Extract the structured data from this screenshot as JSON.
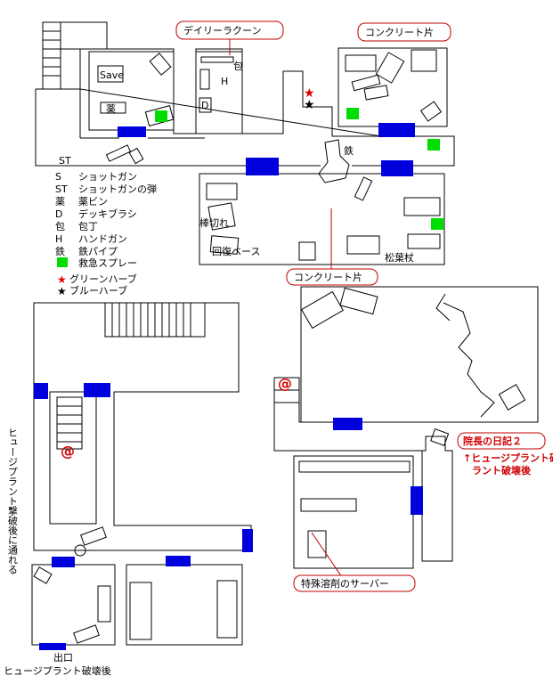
{
  "map": {
    "callouts": {
      "daily_raccoon": "デイリーラクーン",
      "concrete_top": "コンクリート片",
      "concrete_mid": "コンクリート片",
      "director_diary": "院長の日記２",
      "special_server": "特殊溶剤のサーバー"
    },
    "room_labels": {
      "save": "Save",
      "kusuri": "薬",
      "knife": "包",
      "handgun": "H",
      "deck_brush": "D",
      "iron_pipe": "鉄",
      "shotgun_shell": "ST",
      "wood_piece": "棒切れ",
      "recovery_base": "回復ベース",
      "pine_cane": "松葉杖",
      "exit": "出口"
    },
    "legend": [
      {
        "key": "S",
        "text": "ショットガン"
      },
      {
        "key": "ST",
        "text": "ショットガンの弾"
      },
      {
        "key": "薬",
        "text": "薬ビン"
      },
      {
        "key": "D",
        "text": "デッキブラシ"
      },
      {
        "key": "包",
        "text": "包丁"
      },
      {
        "key": "H",
        "text": "ハンドガン"
      },
      {
        "key": "鉄",
        "text": "鉄パイプ"
      },
      {
        "key": "■",
        "text": "救急スプレー"
      },
      {
        "key": "★",
        "text": "グリーンハーブ"
      },
      {
        "key": "★",
        "text": "ブルーハーブ"
      }
    ],
    "notes": {
      "after_plant": "↑ヒュージプラント破壊後",
      "vertical_note": "ヒュージプラント撃破後に通れる",
      "exit_note": "ヒュージプラント破壊後",
      "at_mark": "@"
    },
    "colors": {
      "door": "#0000dd",
      "spray": "#00dd00",
      "green_herb": "#dd0000",
      "blue_herb": "#000000",
      "callout_border": "#c00000"
    }
  }
}
